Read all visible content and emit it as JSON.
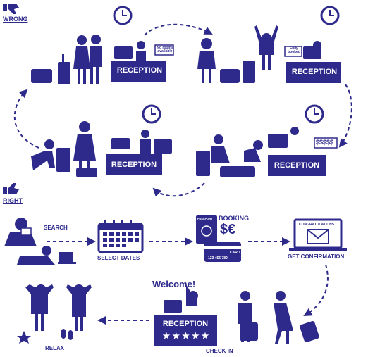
{
  "headers": {
    "wrong": "WRONG",
    "right": "RIGHT"
  },
  "icons": [
    "thumbs-down-icon",
    "thumbs-up-icon",
    "clock-icon",
    "suitcase-icon",
    "laptop-icon",
    "calendar-icon",
    "passport-icon",
    "envelope-icon",
    "star-icon"
  ],
  "wrong": {
    "reception": "RECEPTION",
    "sign_no_rooms": "No rooms available",
    "sign_fully_booked": "Fully booked",
    "price_sign": "$$$$$"
  },
  "right": {
    "search": "SEARCH",
    "select_dates": "SELECT DATES",
    "booking": "BOOKING",
    "passport": "PASSPORT",
    "currency": "$€",
    "card_label": "CARD",
    "card_number": "123 456 789",
    "congratulations": "CONGRATULATIONS !",
    "get_confirmation": "GET CONFIRMATION",
    "welcome": "Welcome!",
    "reception": "RECEPTION",
    "stars": "★★★★★",
    "check_in": "CHECK IN",
    "relax": "RELAX"
  },
  "colors": {
    "ink": "#2e2a8c",
    "background": "#ffffff"
  }
}
